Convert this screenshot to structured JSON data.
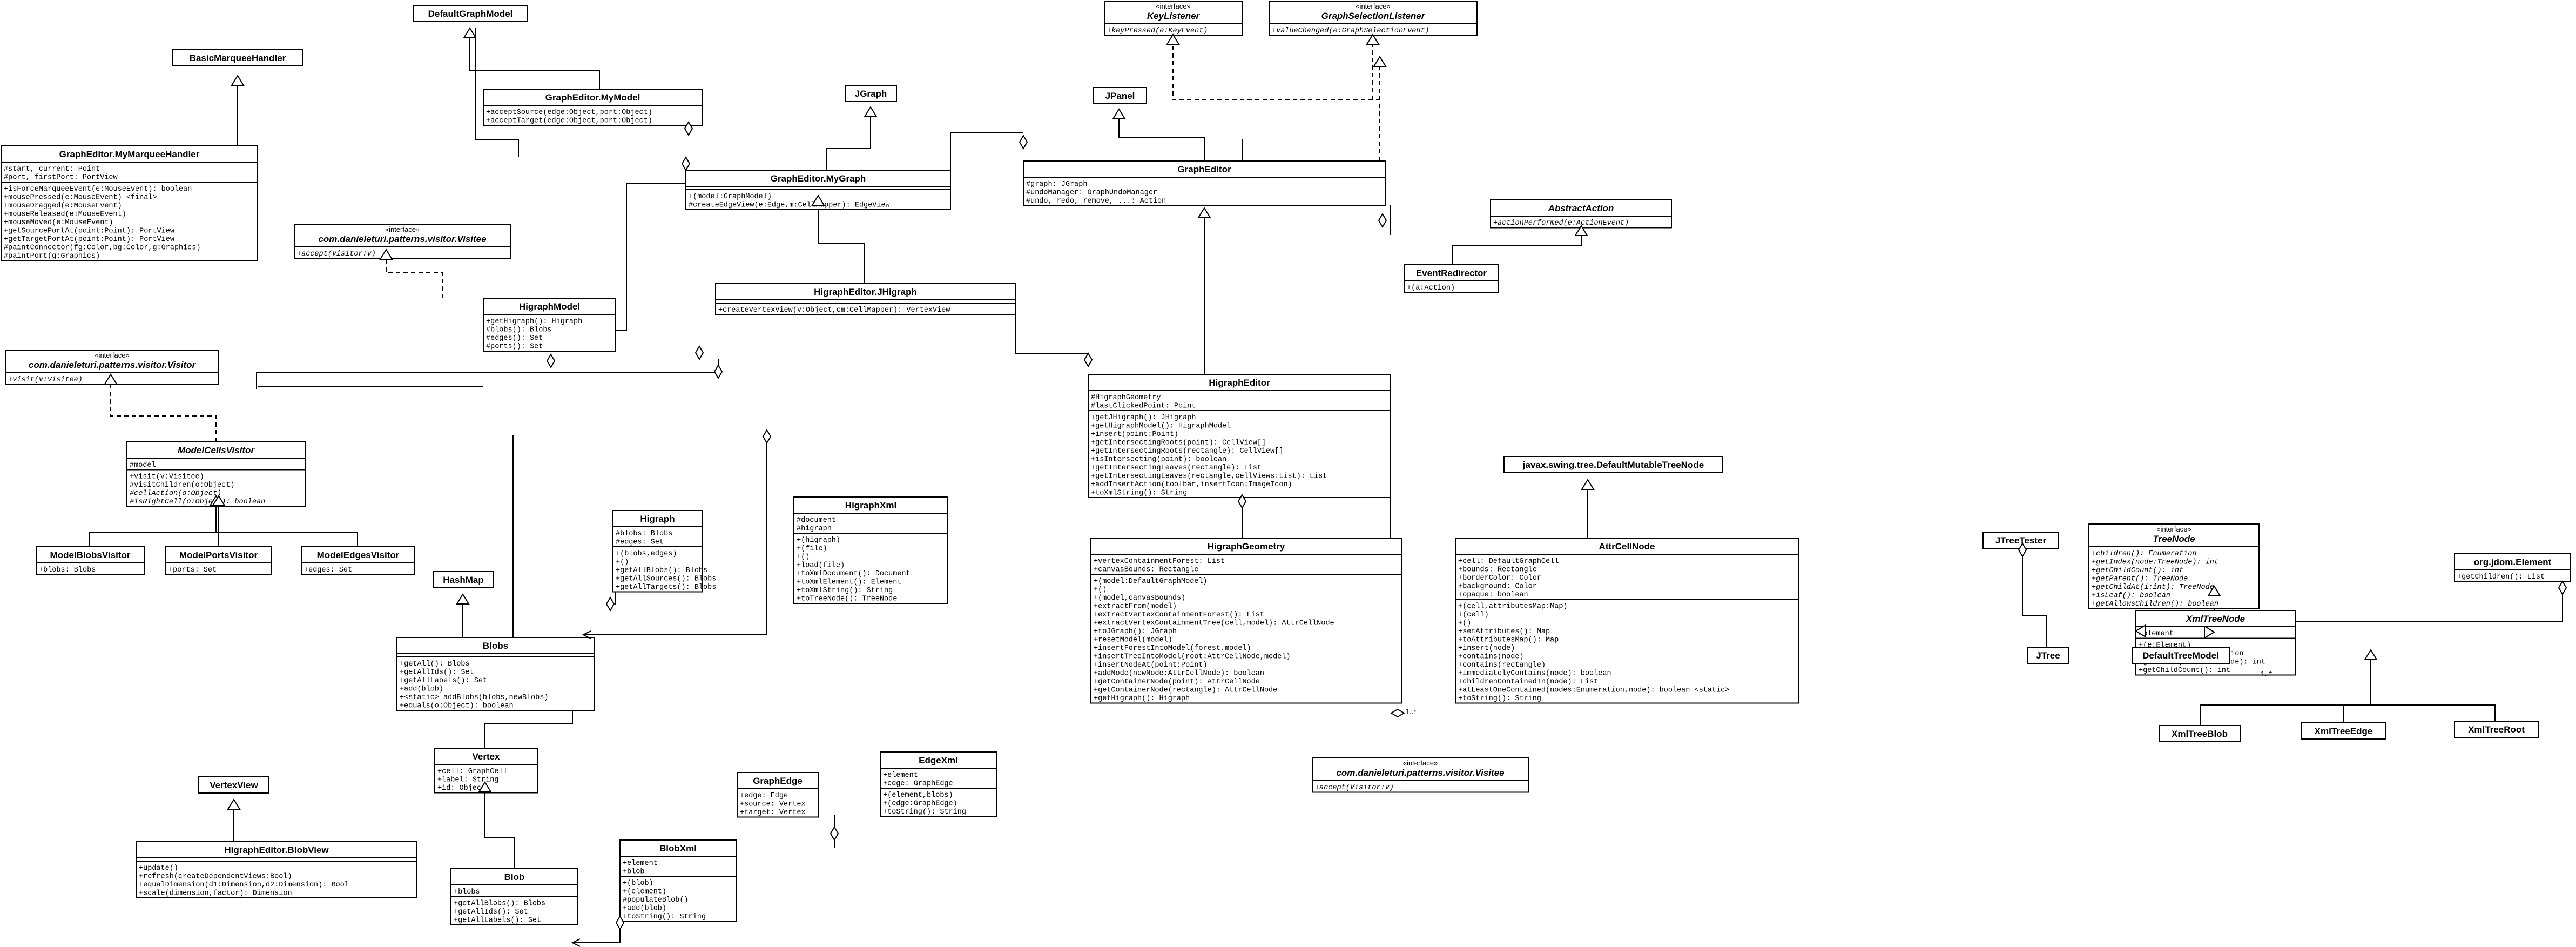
{
  "classes": [
    {
      "id": "DefaultGraphModel",
      "name": "DefaultGraphModel",
      "members": []
    },
    {
      "id": "KeyListener",
      "stereotype": "«interface»",
      "name": "KeyListener",
      "italic": true,
      "members": [
        {
          "t": "+keyPressed(e:KeyEvent)",
          "i": true
        }
      ]
    },
    {
      "id": "GraphSelectionListener",
      "stereotype": "«interface»",
      "name": "GraphSelectionListener",
      "italic": true,
      "members": [
        {
          "t": "+valueChanged(e:GraphSelectionEvent)",
          "i": true
        }
      ]
    },
    {
      "id": "BasicMarqueeHandler",
      "name": "BasicMarqueeHandler",
      "members": []
    },
    {
      "id": "JGraph",
      "name": "JGraph",
      "members": []
    },
    {
      "id": "JPanel",
      "name": "JPanel",
      "members": []
    },
    {
      "id": "MyModel",
      "name": "GraphEditor.MyModel",
      "members": [
        {
          "t": "+acceptSource(edge:Object,port:Object)"
        },
        {
          "t": "+acceptTarget(edge:Object,port:Object)"
        }
      ]
    },
    {
      "id": "MyMarqueeHandler",
      "name": "GraphEditor.MyMarqueeHandler",
      "members": [
        {
          "t": "#start, current: Point"
        },
        {
          "t": "#port, firstPort: PortView"
        },
        {
          "sep": true
        },
        {
          "t": "+isForceMarqueeEvent(e:MouseEvent): boolean"
        },
        {
          "t": "+mousePressed(e:MouseEvent) <final>"
        },
        {
          "t": "+mouseDragged(e:MouseEvent)"
        },
        {
          "t": "+mouseReleased(e:MouseEvent)"
        },
        {
          "t": "+mouseMoved(e:MouseEvent)"
        },
        {
          "t": "+getSourcePortAt(point:Point): PortView"
        },
        {
          "t": "+getTargetPortAt(point:Point): PortView"
        },
        {
          "t": "#paintConnector(fg:Color,bg:Color,g:Graphics)"
        },
        {
          "t": "#paintPort(g:Graphics)"
        }
      ]
    },
    {
      "id": "MyGraph",
      "name": "GraphEditor.MyGraph",
      "members": [
        {
          "sep": true
        },
        {
          "t": "+(model:GraphModel)"
        },
        {
          "t": "#createEdgeView(e:Edge,m:CellMapper): EdgeView"
        }
      ]
    },
    {
      "id": "GraphEditor",
      "name": "GraphEditor",
      "members": [
        {
          "t": "#graph: JGraph"
        },
        {
          "t": "#undoManager: GraphUndoManager"
        },
        {
          "t": "#undo, redo, remove, ...: Action"
        }
      ]
    },
    {
      "id": "AbstractAction",
      "name": "AbstractAction",
      "italic": true,
      "members": [
        {
          "t": "+actionPerformed(e:ActionEvent)",
          "i": true
        }
      ]
    },
    {
      "id": "VisiteeTop",
      "stereotype": "«interface»",
      "name": "com.danieleturi.patterns.visitor.Visitee",
      "italic": true,
      "members": [
        {
          "t": "+accept(Visitor:v)",
          "i": true
        }
      ]
    },
    {
      "id": "EventRedirector",
      "name": "EventRedirector",
      "members": [
        {
          "t": "+(a:Action)"
        }
      ]
    },
    {
      "id": "HigraphModel",
      "name": "HigraphModel",
      "members": [
        {
          "t": "+getHigraph(): Higraph"
        },
        {
          "t": "#blobs(): Blobs"
        },
        {
          "t": "#edges(): Set"
        },
        {
          "t": "#ports(): Set"
        }
      ]
    },
    {
      "id": "JHigraph",
      "name": "HigraphEditor.JHigraph",
      "members": [
        {
          "sep": true
        },
        {
          "t": "+createVertexView(v:Object,cm:CellMapper): VertexView"
        }
      ]
    },
    {
      "id": "Visitor",
      "stereotype": "«interface»",
      "name": "com.danieleturi.patterns.visitor.Visitor",
      "italic": true,
      "members": [
        {
          "t": "+visit(v:Visitee)",
          "i": true
        }
      ]
    },
    {
      "id": "HigraphEditor",
      "name": "HigraphEditor",
      "members": [
        {
          "t": "#HigraphGeometry"
        },
        {
          "t": "#lastClickedPoint: Point"
        },
        {
          "sep": true
        },
        {
          "t": "+getJHigraph(): JHigraph"
        },
        {
          "t": "+getHigraphModel(): HigraphModel"
        },
        {
          "t": "+insert(point:Point)"
        },
        {
          "t": "+getIntersectingRoots(point): CellView[]"
        },
        {
          "t": "+getIntersectingRoots(rectangle): CellView[]"
        },
        {
          "t": "+isIntersecting(point): boolean"
        },
        {
          "t": "+getIntersectingLeaves(rectangle): List"
        },
        {
          "t": "+getIntersectingLeaves(rectangle,cellViews:List): List"
        },
        {
          "t": "+addInsertAction(toolbar,insertIcon:ImageIcon)"
        },
        {
          "t": "+toXmlString(): String"
        }
      ]
    },
    {
      "id": "ModelCellsVisitor",
      "name": "ModelCellsVisitor",
      "italic": true,
      "members": [
        {
          "t": "#model"
        },
        {
          "sep": true
        },
        {
          "t": "+visit(v:Visitee)"
        },
        {
          "t": "#visitChildren(o:Object)"
        },
        {
          "t": "#cellAction(o:Object)",
          "i": true
        },
        {
          "t": "#isRightCell(o:Object): boolean",
          "i": true
        }
      ]
    },
    {
      "id": "DefaultMutableTreeNode",
      "name": "javax.swing.tree.DefaultMutableTreeNode",
      "members": []
    },
    {
      "id": "Higraph",
      "name": "Higraph",
      "members": [
        {
          "t": "#blobs: Blobs"
        },
        {
          "t": "#edges: Set"
        },
        {
          "sep": true
        },
        {
          "t": "+(blobs,edges)"
        },
        {
          "t": "+()"
        },
        {
          "t": "+getAllBlobs(): Blobs"
        },
        {
          "t": "+getAllSources(): Blobs"
        },
        {
          "t": "+getAllTargets(): Blobs"
        }
      ]
    },
    {
      "id": "HigraphXml",
      "name": "HigraphXml",
      "members": [
        {
          "t": "#document"
        },
        {
          "t": "#higraph"
        },
        {
          "sep": true
        },
        {
          "t": "+(higraph)"
        },
        {
          "t": "+(file)"
        },
        {
          "t": "+()"
        },
        {
          "t": "+load(file)"
        },
        {
          "t": "+toXmlDocument(): Document"
        },
        {
          "t": "+toXmlElement(): Element"
        },
        {
          "t": "+toXmlString(): String"
        },
        {
          "t": "+toTreeNode(): TreeNode"
        }
      ]
    },
    {
      "id": "HigraphGeometry",
      "name": "HigraphGeometry",
      "members": [
        {
          "t": "+vertexContainmentForest: List"
        },
        {
          "t": "+canvasBounds: Rectangle"
        },
        {
          "sep": true
        },
        {
          "t": "+(model:DefaultGraphModel)"
        },
        {
          "t": "+()"
        },
        {
          "t": "+(model,canvasBounds)"
        },
        {
          "t": "+extractFrom(model)"
        },
        {
          "t": "+extractVertexContainmentForest(): List"
        },
        {
          "t": "+extractVertexContainmentTree(cell,model): AttrCellNode"
        },
        {
          "t": "+toJGraph(): JGraph"
        },
        {
          "t": "+resetModel(model)"
        },
        {
          "t": "+insertForestIntoModel(forest,model)"
        },
        {
          "t": "+insertTreeIntoModel(root:AttrCellNode,model)"
        },
        {
          "t": "+insertNodeAt(point:Point)"
        },
        {
          "t": "+addNode(newNode:AttrCellNode): boolean"
        },
        {
          "t": "+getContainerNode(point): AttrCellNode"
        },
        {
          "t": "+getContainerNode(rectangle): AttrCellNode"
        },
        {
          "t": "+getHigraph(): Higraph"
        }
      ]
    },
    {
      "id": "AttrCellNode",
      "name": "AttrCellNode",
      "members": [
        {
          "t": "+cell: DefaultGraphCell"
        },
        {
          "t": "+bounds: Rectangle"
        },
        {
          "t": "+borderColor: Color"
        },
        {
          "t": "+background: Color"
        },
        {
          "t": "+opaque: boolean"
        },
        {
          "sep": true
        },
        {
          "t": "+(cell,attributesMap:Map)"
        },
        {
          "t": "+(cell)"
        },
        {
          "t": "+()"
        },
        {
          "t": "+setAttributes(): Map"
        },
        {
          "t": "+toAttributesMap(): Map"
        },
        {
          "t": "+insert(node)"
        },
        {
          "t": "+contains(node)"
        },
        {
          "t": "+contains(rectangle)"
        },
        {
          "t": "+immediatelyContains(node): boolean"
        },
        {
          "t": "+childrenContainedIn(node): List"
        },
        {
          "t": "+atLeastOneContained(nodes:Enumeration,node): boolean <static>"
        },
        {
          "t": "+toString(): String"
        }
      ]
    },
    {
      "id": "ModelBlobsVisitor",
      "name": "ModelBlobsVisitor",
      "members": [
        {
          "t": "+blobs: Blobs"
        }
      ]
    },
    {
      "id": "ModelPortsVisitor",
      "name": "ModelPortsVisitor",
      "members": [
        {
          "t": "+ports: Set"
        }
      ]
    },
    {
      "id": "ModelEdgesVisitor",
      "name": "ModelEdgesVisitor",
      "members": [
        {
          "t": "+edges: Set"
        }
      ]
    },
    {
      "id": "HashMap",
      "name": "HashMap",
      "members": []
    },
    {
      "id": "Blobs",
      "name": "Blobs",
      "members": [
        {
          "sep": true
        },
        {
          "t": "+getAll(): Blobs"
        },
        {
          "t": "+getAllIds(): Set"
        },
        {
          "t": "+getAllLabels(): Set"
        },
        {
          "t": "+add(blob)"
        },
        {
          "t": "+<static> addBlobs(blobs,newBlobs)"
        },
        {
          "t": "+equals(o:Object): boolean"
        }
      ]
    },
    {
      "id": "JTreeTester",
      "name": "JTreeTester",
      "members": []
    },
    {
      "id": "TreeNode",
      "stereotype": "«interface»",
      "name": "TreeNode",
      "italic": true,
      "members": [
        {
          "t": "+children(): Enumeration",
          "i": true
        },
        {
          "t": "+getIndex(node:TreeNode): int",
          "i": true
        },
        {
          "t": "+getChildCount(): int",
          "i": true
        },
        {
          "t": "+getParent(): TreeNode",
          "i": true
        },
        {
          "t": "+getChildAt(i:int): TreeNode",
          "i": true
        },
        {
          "t": "+isLeaf(): boolean",
          "i": true
        },
        {
          "t": "+getAllowsChildren(): boolean",
          "i": true
        }
      ]
    },
    {
      "id": "JdomElement",
      "name": "org.jdom.Element",
      "members": [
        {
          "t": "+getChildren(): List"
        }
      ]
    },
    {
      "id": "XmlTreeNode",
      "name": "XmlTreeNode",
      "italic": true,
      "members": [
        {
          "t": "#element"
        },
        {
          "sep": true
        },
        {
          "t": "+(e:Element)"
        },
        {
          "t": "+children(): Enumeration"
        },
        {
          "t": "+getIndex(node:TreeNode): int"
        },
        {
          "t": "+getChildCount(): int"
        }
      ]
    },
    {
      "id": "JTree",
      "name": "JTree",
      "members": []
    },
    {
      "id": "DefaultTreeModel",
      "name": "DefaultTreeModel",
      "members": []
    },
    {
      "id": "XmlTreeBlob",
      "name": "XmlTreeBlob",
      "members": []
    },
    {
      "id": "XmlTreeEdge",
      "name": "XmlTreeEdge",
      "members": []
    },
    {
      "id": "XmlTreeRoot",
      "name": "XmlTreeRoot",
      "members": []
    },
    {
      "id": "VisiteeBottom",
      "stereotype": "«interface»",
      "name": "com.danieleturi.patterns.visitor.Visitee",
      "italic": true,
      "members": [
        {
          "t": "+accept(Visitor:v)",
          "i": true
        }
      ]
    },
    {
      "id": "Vertex",
      "name": "Vertex",
      "members": [
        {
          "t": "+cell: GraphCell"
        },
        {
          "t": "+label: String"
        },
        {
          "t": "+id: Object"
        }
      ]
    },
    {
      "id": "VertexView",
      "name": "VertexView",
      "members": []
    },
    {
      "id": "GraphEdge",
      "name": "GraphEdge",
      "members": [
        {
          "t": "+edge: Edge"
        },
        {
          "t": "+source: Vertex"
        },
        {
          "t": "+target: Vertex"
        }
      ]
    },
    {
      "id": "EdgeXml",
      "name": "EdgeXml",
      "members": [
        {
          "t": "+element"
        },
        {
          "t": "+edge: GraphEdge"
        },
        {
          "sep": true
        },
        {
          "t": "+(element,blobs)"
        },
        {
          "t": "+(edge:GraphEdge)"
        },
        {
          "t": "+toString(): String"
        }
      ]
    },
    {
      "id": "BlobView",
      "name": "HigraphEditor.BlobView",
      "members": [
        {
          "sep": true
        },
        {
          "t": "+update()"
        },
        {
          "t": "+refresh(createDependentViews:Bool)"
        },
        {
          "t": "+equalDimension(d1:Dimension,d2:Dimension): Bool"
        },
        {
          "t": "+scale(dimension,factor): Dimension"
        }
      ]
    },
    {
      "id": "Blob",
      "name": "Blob",
      "members": [
        {
          "t": "+blobs"
        },
        {
          "sep": true
        },
        {
          "t": "+getAllBlobs(): Blobs"
        },
        {
          "t": "+getAllIds(): Set"
        },
        {
          "t": "+getAllLabels(): Set"
        }
      ]
    },
    {
      "id": "BlobXml",
      "name": "BlobXml",
      "members": [
        {
          "t": "+element"
        },
        {
          "t": "+blob"
        },
        {
          "sep": true
        },
        {
          "t": "+(blob)"
        },
        {
          "t": "+(element)"
        },
        {
          "t": "#populateBlob()"
        },
        {
          "t": "+add(blob)"
        },
        {
          "t": "+toString(): String"
        }
      ]
    }
  ],
  "multiplicities": [
    "1..*",
    "1..*"
  ]
}
